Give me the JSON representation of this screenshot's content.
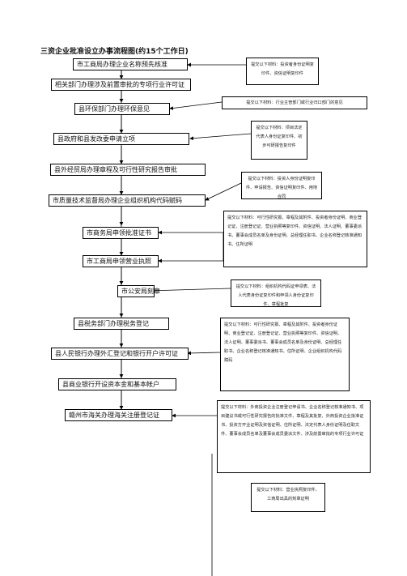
{
  "title": "三资企业批准设立办事流程图(约15个工作日)",
  "steps": [
    "市工商局办理企业名称预先核准",
    "相关部门办理涉及前置审批的专项行业许可证",
    "县环保部门办理环保意见",
    "县政府和县发改委申请立项",
    "县外经贸局办理章程及可行性研究报告审批",
    "市质量技术监督局办理企业组织机构代码赋码",
    "市商务局申领批准证书",
    "市工商局申领营业执照",
    "市公安局刻章",
    "县税务部门办理税务登记",
    "县人民银行办理外汇登记和银行开户许可证",
    "县商业银行开设资本金和基本帐户",
    "赣州市海关办理海关注册登记证"
  ],
  "notes": [
    "提交以下材料：投资者身份证明复印件、资信证明复印件",
    "提交以下材料：行业主管部门或行业归口部门的意见",
    "提交以下材料：项目法定代表人身份证复印件、初步可研报告复印件",
    "提交以下材料：投资人身份证明复印件、申请报告、资信证明复印件、用地合同",
    "提交以下材料：可行性研究报、章程及其附件、投资者身份证明、商业登记证、注册登记证、营业执照等复印件、资信证明、法人证明、董事委派书、董事会成员名单及身份证明、总经理任职书、企业名称登记核准通知书、住所证明",
    "提交以下材料：组织机构代码证申领表、法人代表身份证复印件和申领人身份证复印件、章程批复",
    "提交以下材料：可行性研究报、章程及其附件、投资者身份证明、商业登记证、注册登记证、营业执照等复印件、资信证明、法人证明、董事委派书、董事会成员名单及身份证明、总经理任职书、企业名称登记核准通知书、住所证明、企业组织机构代码赋码",
    "提交以下材料：外商投资企业注册登记申请书、企业名称登记核准通知书、项目建议书或可行性研究报告的批准文件、章程及其批复、外商投资企业批准证书、投资方开业证明及资信证明、住所证明、法定代表人身份证明及任职文件、董事会成员名单及董事会成员委派文件、涉及前置审批的专项行业许可证",
    "提交以下材料：营业执照复印件、工商局出具的刻章证明"
  ]
}
